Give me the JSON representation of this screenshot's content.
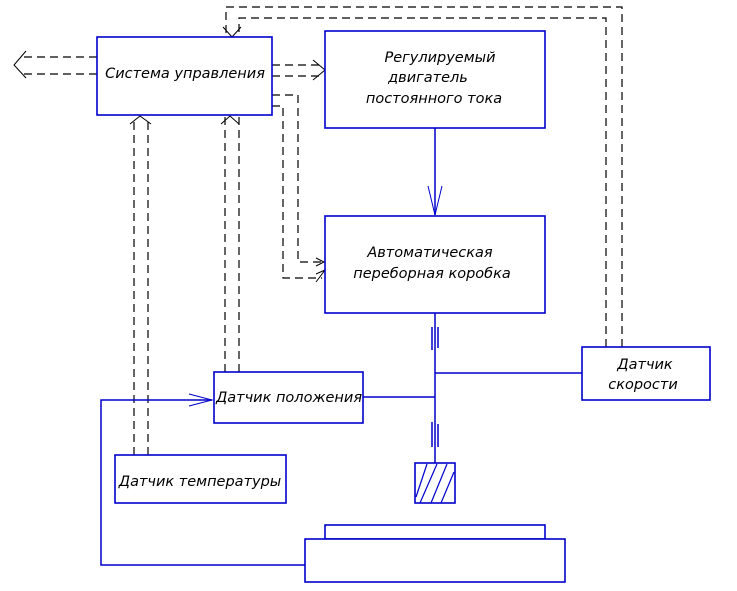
{
  "diagram": {
    "type": "block-diagram",
    "colors": {
      "blocks": "#0000cc",
      "signal_lines": "#000000",
      "text": "#000000",
      "background": "#ffffff"
    },
    "blocks": {
      "control_system": {
        "lines": [
          "Система управления"
        ]
      },
      "dc_motor": {
        "lines": [
          "Регулируемый",
          "двигатель",
          "постоянного тока"
        ]
      },
      "gearbox": {
        "lines": [
          "Автоматическая",
          "переборная коробка"
        ]
      },
      "speed_sensor": {
        "lines": [
          "Датчик",
          "скорости"
        ]
      },
      "position_sensor": {
        "lines": [
          "Датчик положения"
        ]
      },
      "temperature_sensor": {
        "lines": [
          "Датчик температуры"
        ]
      },
      "load": {
        "lines": []
      },
      "platform": {
        "lines": []
      }
    },
    "connections": [
      {
        "from": "control_system",
        "to": "external_output",
        "style": "dashed",
        "count": 2
      },
      {
        "from": "control_system",
        "to": "dc_motor",
        "style": "dashed",
        "count": 2
      },
      {
        "from": "control_system",
        "to": "gearbox",
        "style": "dashed",
        "count": 2
      },
      {
        "from": "speed_sensor",
        "to": "control_system",
        "style": "dashed",
        "count": 2
      },
      {
        "from": "position_sensor",
        "to": "control_system",
        "style": "dashed",
        "count": 2
      },
      {
        "from": "temperature_sensor",
        "to": "control_system",
        "style": "dashed",
        "count": 2
      },
      {
        "from": "dc_motor",
        "to": "gearbox",
        "style": "solid"
      },
      {
        "from": "gearbox",
        "to": "load",
        "style": "shaft"
      },
      {
        "from": "shaft",
        "to": "speed_sensor",
        "style": "solid"
      },
      {
        "from": "shaft",
        "to": "position_sensor",
        "style": "solid"
      },
      {
        "from": "platform",
        "to": "position_sensor",
        "style": "solid"
      }
    ]
  }
}
